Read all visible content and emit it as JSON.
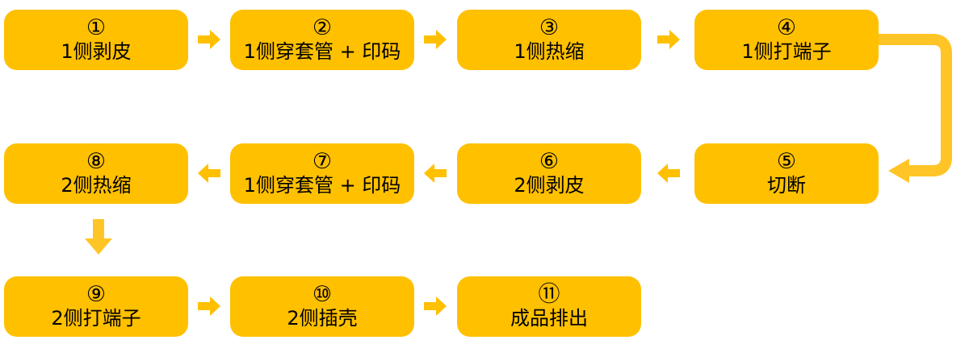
{
  "diagram": {
    "type": "process-flowchart",
    "colors": {
      "node_fill": "#FFC000",
      "block_arrow_fill": "#FFC000",
      "connector_fill": "#FFC426",
      "text": "#000000",
      "background": "#FFFFFF"
    },
    "nodes": [
      {
        "id": 1,
        "circled_number": "①",
        "label": "1侧剥皮"
      },
      {
        "id": 2,
        "circled_number": "②",
        "label": "1侧穿套管 + 印码"
      },
      {
        "id": 3,
        "circled_number": "③",
        "label": "1侧热缩"
      },
      {
        "id": 4,
        "circled_number": "④",
        "label": "1侧打端子"
      },
      {
        "id": 5,
        "circled_number": "⑤",
        "label": "切断"
      },
      {
        "id": 6,
        "circled_number": "⑥",
        "label": "2侧剥皮"
      },
      {
        "id": 7,
        "circled_number": "⑦",
        "label": "1侧穿套管 + 印码"
      },
      {
        "id": 8,
        "circled_number": "⑧",
        "label": "2侧热缩"
      },
      {
        "id": 9,
        "circled_number": "⑨",
        "label": "2侧打端子"
      },
      {
        "id": 10,
        "circled_number": "⑩",
        "label": "2侧插壳"
      },
      {
        "id": 11,
        "circled_number": "⑪",
        "label": "成品排出"
      }
    ],
    "connections": [
      {
        "from": 1,
        "to": 2,
        "style": "block-arrow-right"
      },
      {
        "from": 2,
        "to": 3,
        "style": "block-arrow-right"
      },
      {
        "from": 3,
        "to": 4,
        "style": "block-arrow-right"
      },
      {
        "from": 4,
        "to": 5,
        "style": "elbow-right-down-left"
      },
      {
        "from": 5,
        "to": 6,
        "style": "block-arrow-left"
      },
      {
        "from": 6,
        "to": 7,
        "style": "block-arrow-left"
      },
      {
        "from": 7,
        "to": 8,
        "style": "block-arrow-left"
      },
      {
        "from": 8,
        "to": 9,
        "style": "block-arrow-down"
      },
      {
        "from": 9,
        "to": 10,
        "style": "block-arrow-right"
      },
      {
        "from": 10,
        "to": 11,
        "style": "block-arrow-right"
      }
    ]
  }
}
